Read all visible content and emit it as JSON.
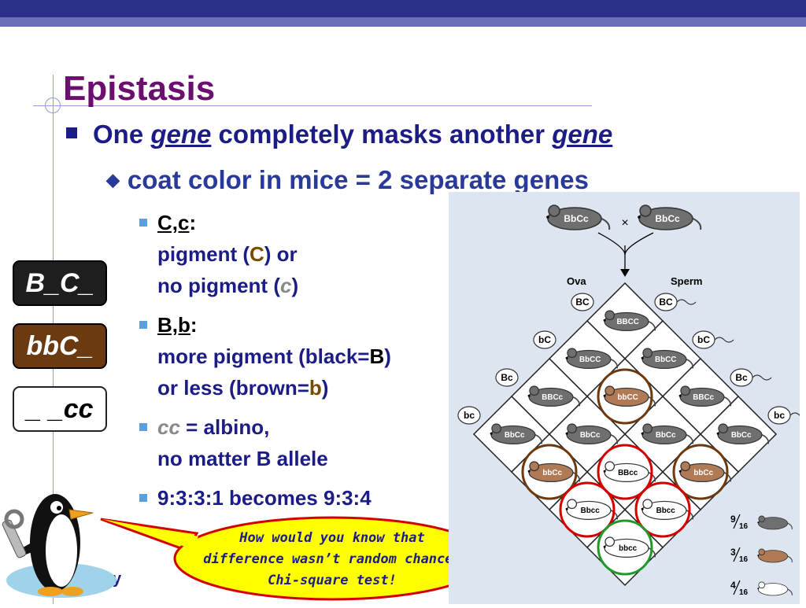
{
  "slide": {
    "title": "Epistasis",
    "bullet1": {
      "pre": "One ",
      "em1": "gene",
      "mid": " completely masks another ",
      "em2": "gene"
    },
    "bullet2": "coat color in mice = 2 separate genes",
    "sub1": {
      "head": "C,c",
      "colon": ":",
      "l1a": "pigment (",
      "l1b": "C",
      "l1c": ") or",
      "l2a": "no pigment (",
      "l2b": "c",
      "l2c": ")"
    },
    "sub2": {
      "head": "B,b",
      "colon": ":",
      "l1a": "more pigment (black=",
      "l1b": "B",
      "l1c": ")",
      "l2a": "or less (brown=",
      "l2b": "b",
      "l2c": ")"
    },
    "sub3": {
      "cc": "cc",
      "l1": " = albino,",
      "l2": "no matter B allele"
    },
    "sub4": "9:3:3:1 becomes 9:3:4",
    "footer_fragment": "y"
  },
  "genotype_boxes": [
    "B_C_",
    "bbC_",
    "_ _cc"
  ],
  "callout": {
    "line1": "How would you know that",
    "line2": "difference wasn’t random chance?",
    "line3": "Chi-square test!"
  },
  "diagram": {
    "parents": [
      "BbCc",
      "BbCc"
    ],
    "cross_symbol": "×",
    "ova_label": "Ova",
    "sperm_label": "Sperm",
    "ova_gametes": [
      "BC",
      "bC",
      "Bc",
      "bc"
    ],
    "sperm_gametes": [
      "BC",
      "bC",
      "Bc",
      "bc"
    ],
    "cells": [
      {
        "label": "BBCC",
        "color": "#6f6f6f"
      },
      {
        "label": "BbCC",
        "color": "#6f6f6f"
      },
      {
        "label": "BbCC",
        "color": "#6f6f6f"
      },
      {
        "label": "BBCc",
        "color": "#6f6f6f"
      },
      {
        "label": "bbCC",
        "color": "#b07a55"
      },
      {
        "label": "BBCc",
        "color": "#6f6f6f"
      },
      {
        "label": "BbCc",
        "color": "#6f6f6f"
      },
      {
        "label": "BbCc",
        "color": "#6f6f6f"
      },
      {
        "label": "BbCc",
        "color": "#6f6f6f"
      },
      {
        "label": "BbCc",
        "color": "#6f6f6f"
      },
      {
        "label": "bbCc",
        "color": "#b07a55"
      },
      {
        "label": "BBcc",
        "color": "#ffffff"
      },
      {
        "label": "bbCc",
        "color": "#b07a55"
      },
      {
        "label": "Bbcc",
        "color": "#ffffff"
      },
      {
        "label": "Bbcc",
        "color": "#ffffff"
      },
      {
        "label": "bbcc",
        "color": "#ffffff"
      }
    ],
    "ratios": [
      {
        "num": "9",
        "den": "16",
        "color": "#6f6f6f"
      },
      {
        "num": "3",
        "den": "16",
        "color": "#b07a55"
      },
      {
        "num": "4",
        "den": "16",
        "color": "#ffffff"
      }
    ]
  }
}
